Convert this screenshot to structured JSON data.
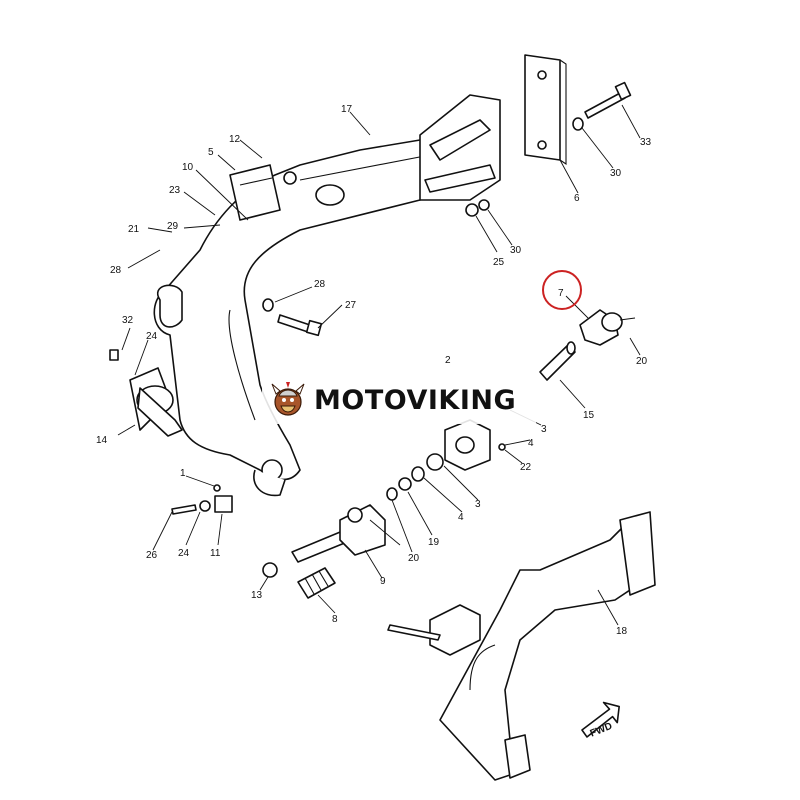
{
  "brand": {
    "name": "MOTOVIKING"
  },
  "callouts": {
    "c1": "1",
    "c2": "2",
    "c3a": "3",
    "c3b": "3",
    "c4a": "4",
    "c4b": "4",
    "c5": "5",
    "c6": "6",
    "c7": "7",
    "c8": "8",
    "c9": "9",
    "c10": "10",
    "c11": "11",
    "c12": "12",
    "c13": "13",
    "c14": "14",
    "c15": "15",
    "c17": "17",
    "c18": "18",
    "c19": "19",
    "c20a": "20",
    "c20b": "20",
    "c21": "21",
    "c22": "22",
    "c23": "23",
    "c24a": "24",
    "c24b": "24",
    "c25": "25",
    "c26": "26",
    "c27": "27",
    "c28a": "28",
    "c28b": "28",
    "c29": "29",
    "c30a": "30",
    "c30b": "30",
    "c32": "32",
    "c33": "33"
  },
  "direction_arrow": "FWD",
  "highlight": {
    "part": "7",
    "color": "#cc2222"
  },
  "colors": {
    "line": "#111111",
    "background": "#ffffff"
  }
}
